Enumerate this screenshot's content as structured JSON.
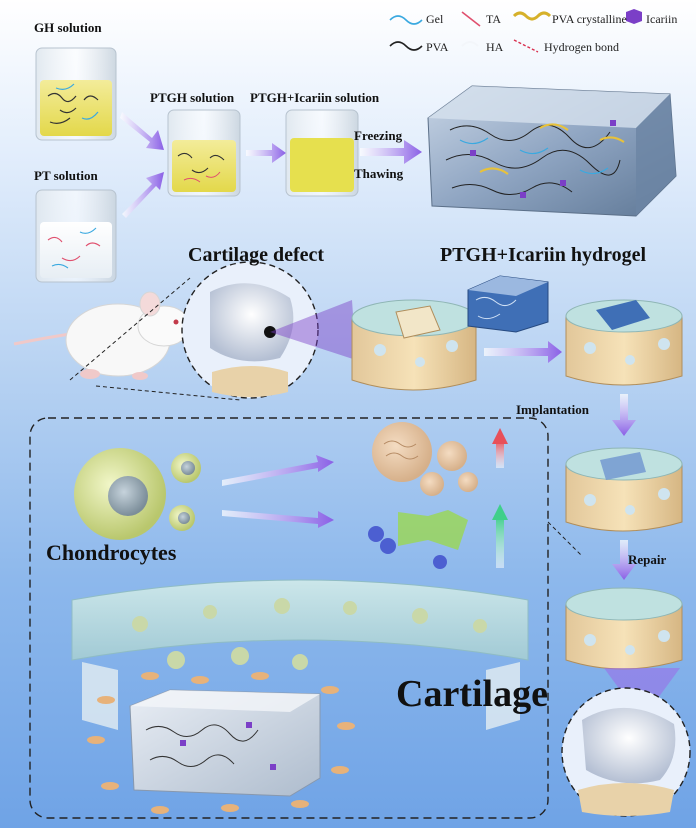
{
  "legend": {
    "gel": "Gel",
    "ta": "TA",
    "pva_crystalline": "PVA crystalline",
    "icariin": "Icariin",
    "pva": "PVA",
    "ha": "HA",
    "hydrogen_bond": "Hydrogen bond"
  },
  "labels": {
    "gh_solution": "GH solution",
    "pt_solution": "PT solution",
    "ptgh_solution": "PTGH solution",
    "ptgh_icariin_solution": "PTGH+Icariin solution",
    "freezing": "Freezing",
    "thawing": "Thawing",
    "cartilage_defect": "Cartilage defect",
    "ptgh_icariin_hydrogel": "PTGH+Icariin hydrogel",
    "implantation": "Implantation",
    "repair": "Repair",
    "chondrocytes": "Chondrocytes",
    "cartilage": "Cartilage"
  },
  "colors": {
    "gel": "#3aa9e0",
    "ta": "#e0506e",
    "pva_crystalline": "#d6b12a",
    "icariin": "#7b3fc7",
    "pva": "#222222",
    "ha": "#e8f0f6",
    "hydrogen_bond": "#d9304f",
    "arrow_purple": "#9b6fe8",
    "arrow_up_red": "#e8505a",
    "arrow_up_green": "#3fcf8a"
  }
}
